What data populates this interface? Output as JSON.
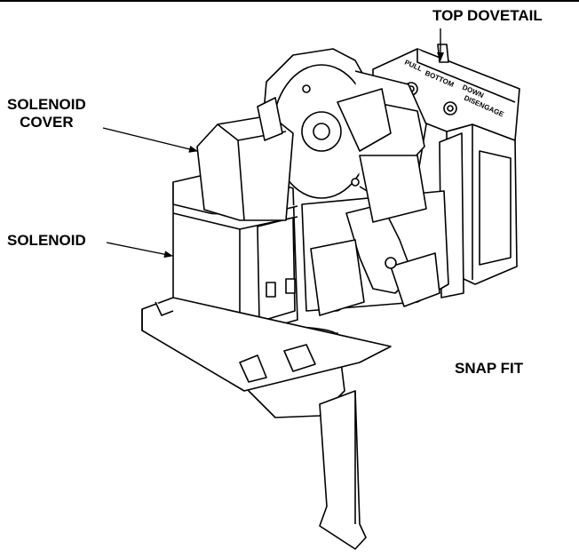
{
  "labels": {
    "top_dovetail": "TOP DOVETAIL",
    "solenoid_cover_line1": "SOLENOID",
    "solenoid_cover_line2": "COVER",
    "solenoid": "SOLENOID",
    "snap_fit": "SNAP FIT"
  },
  "part_markings": {
    "line1": "PULL",
    "line2": "BOTTOM",
    "line3": "DOWN",
    "line4": "DISENGAGE"
  }
}
